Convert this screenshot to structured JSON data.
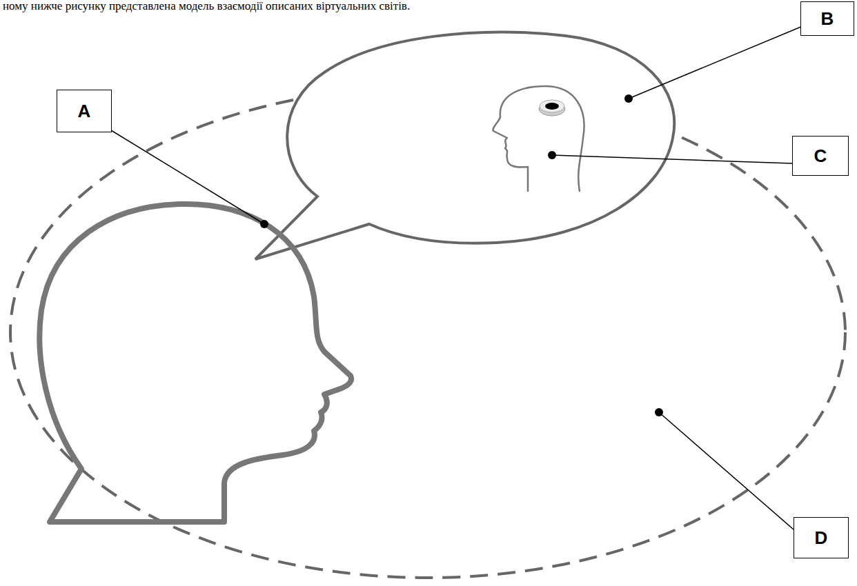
{
  "diagram": {
    "nodes": [
      {
        "text": [
          "A"
        ]
      },
      {
        "text": [
          "B"
        ]
      },
      {
        "text": [
          "C"
        ]
      },
      {
        "text": [
          "D"
        ]
      }
    ],
    "labels": [
      "ному нижче рисунку представлена модель взаємодії описаних віртуальних світів."
    ]
  }
}
